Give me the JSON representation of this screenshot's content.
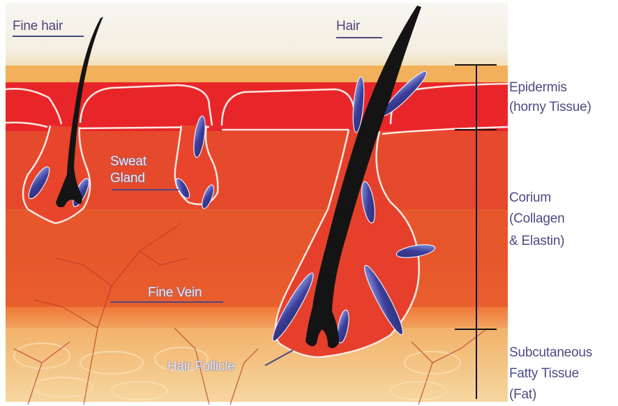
{
  "labels": {
    "fine_hair": "Fine hair",
    "hair": "Hair",
    "sweat_gland_1": "Sweat",
    "sweat_gland_2": "Gland",
    "fine_vein": "Fine Vein",
    "hair_follicle": "Hair Follicle"
  },
  "layers": {
    "epidermis_1": "Epidermis",
    "epidermis_2": "(horny Tissue)",
    "corium_1": "Corium",
    "corium_2": "(Collagen",
    "corium_3": "& Elastin)",
    "subcutaneous_1": "Subcutaneous",
    "subcutaneous_2": "Fatty Tissue",
    "subcutaneous_3": "(Fat)"
  },
  "colors": {
    "epidermis": "#e8262a",
    "corium": "#e83a2a",
    "fat": "#f4c98a",
    "sky": "#f6f3ec",
    "hair": "#151515",
    "gland": "#3b3a8a",
    "label_text": "#4d4a85"
  }
}
